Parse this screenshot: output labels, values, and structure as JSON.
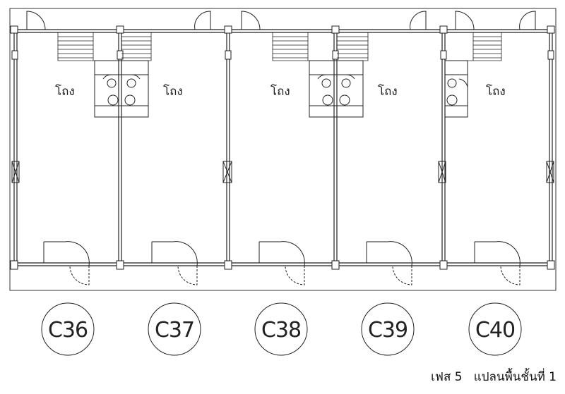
{
  "plan": {
    "units": [
      {
        "id": "C36"
      },
      {
        "id": "C37"
      },
      {
        "id": "C38"
      },
      {
        "id": "C39"
      },
      {
        "id": "C40"
      }
    ],
    "room_label": "โถง"
  },
  "caption": {
    "phase": "เฟส 5",
    "title": "แปลนพื้นชั้นที่ 1"
  }
}
